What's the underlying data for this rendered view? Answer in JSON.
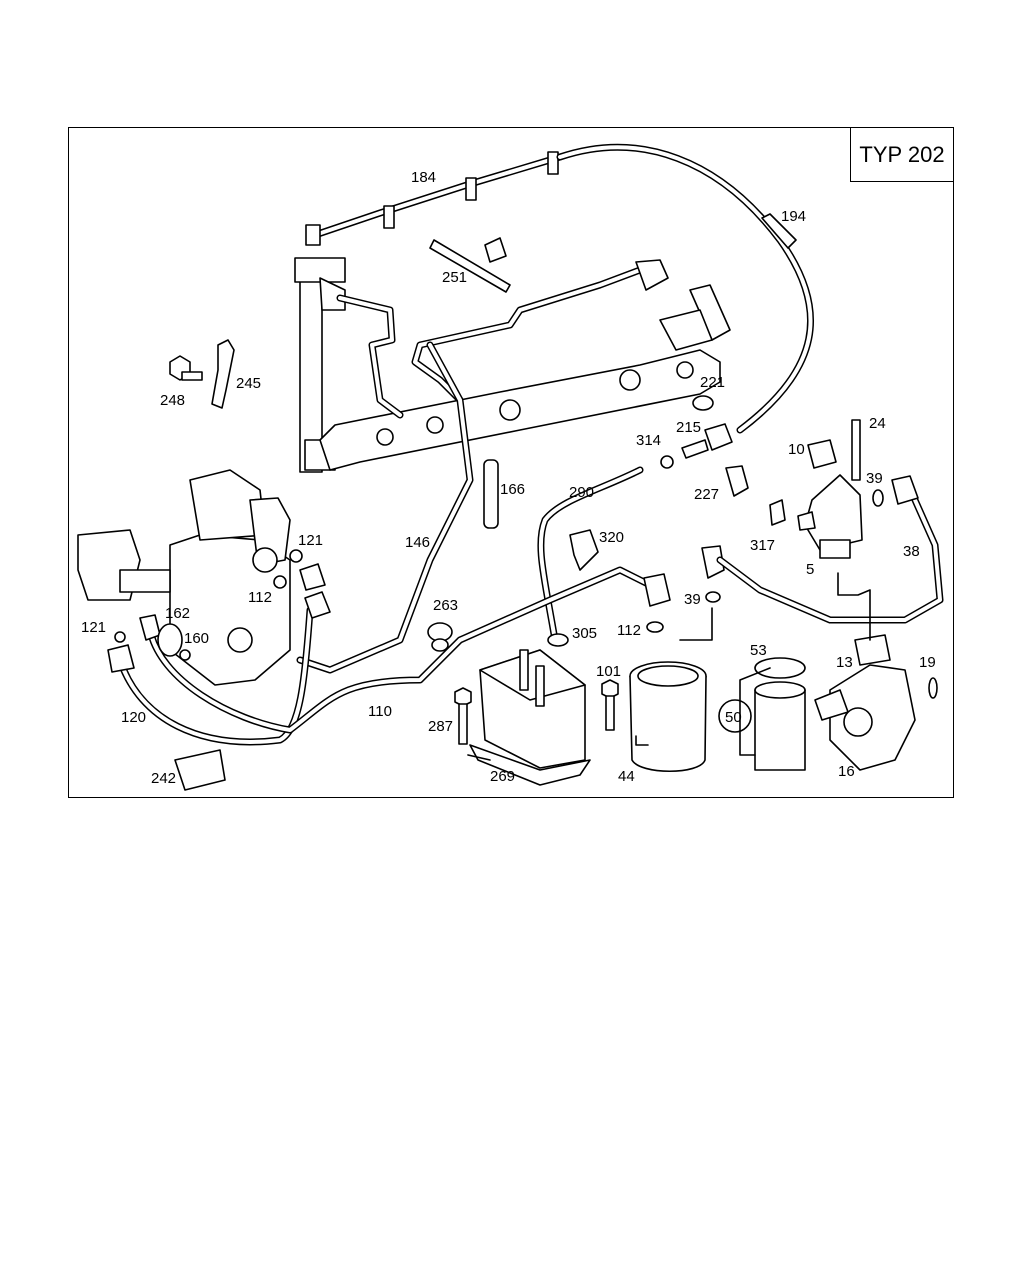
{
  "diagram": {
    "type_label": "TYP 202",
    "callouts": [
      {
        "id": "184",
        "text": "184"
      },
      {
        "id": "194",
        "text": "194"
      },
      {
        "id": "251",
        "text": "251"
      },
      {
        "id": "245",
        "text": "245"
      },
      {
        "id": "248",
        "text": "248"
      },
      {
        "id": "221",
        "text": "221"
      },
      {
        "id": "215",
        "text": "215"
      },
      {
        "id": "314",
        "text": "314"
      },
      {
        "id": "24",
        "text": "24"
      },
      {
        "id": "10",
        "text": "10"
      },
      {
        "id": "39a",
        "text": "39"
      },
      {
        "id": "166",
        "text": "166"
      },
      {
        "id": "290",
        "text": "290"
      },
      {
        "id": "227",
        "text": "227"
      },
      {
        "id": "146",
        "text": "146"
      },
      {
        "id": "121a",
        "text": "121"
      },
      {
        "id": "320",
        "text": "320"
      },
      {
        "id": "317",
        "text": "317"
      },
      {
        "id": "38",
        "text": "38"
      },
      {
        "id": "5",
        "text": "5"
      },
      {
        "id": "112a",
        "text": "112"
      },
      {
        "id": "263",
        "text": "263"
      },
      {
        "id": "39b",
        "text": "39"
      },
      {
        "id": "162",
        "text": "162"
      },
      {
        "id": "121b",
        "text": "121"
      },
      {
        "id": "160",
        "text": "160"
      },
      {
        "id": "305",
        "text": "305"
      },
      {
        "id": "112b",
        "text": "112"
      },
      {
        "id": "53",
        "text": "53"
      },
      {
        "id": "13",
        "text": "13"
      },
      {
        "id": "19",
        "text": "19"
      },
      {
        "id": "101",
        "text": "101"
      },
      {
        "id": "120",
        "text": "120"
      },
      {
        "id": "110",
        "text": "110"
      },
      {
        "id": "287",
        "text": "287"
      },
      {
        "id": "50",
        "text": "50"
      },
      {
        "id": "16",
        "text": "16"
      },
      {
        "id": "242",
        "text": "242"
      },
      {
        "id": "269",
        "text": "269"
      },
      {
        "id": "44",
        "text": "44"
      }
    ]
  }
}
